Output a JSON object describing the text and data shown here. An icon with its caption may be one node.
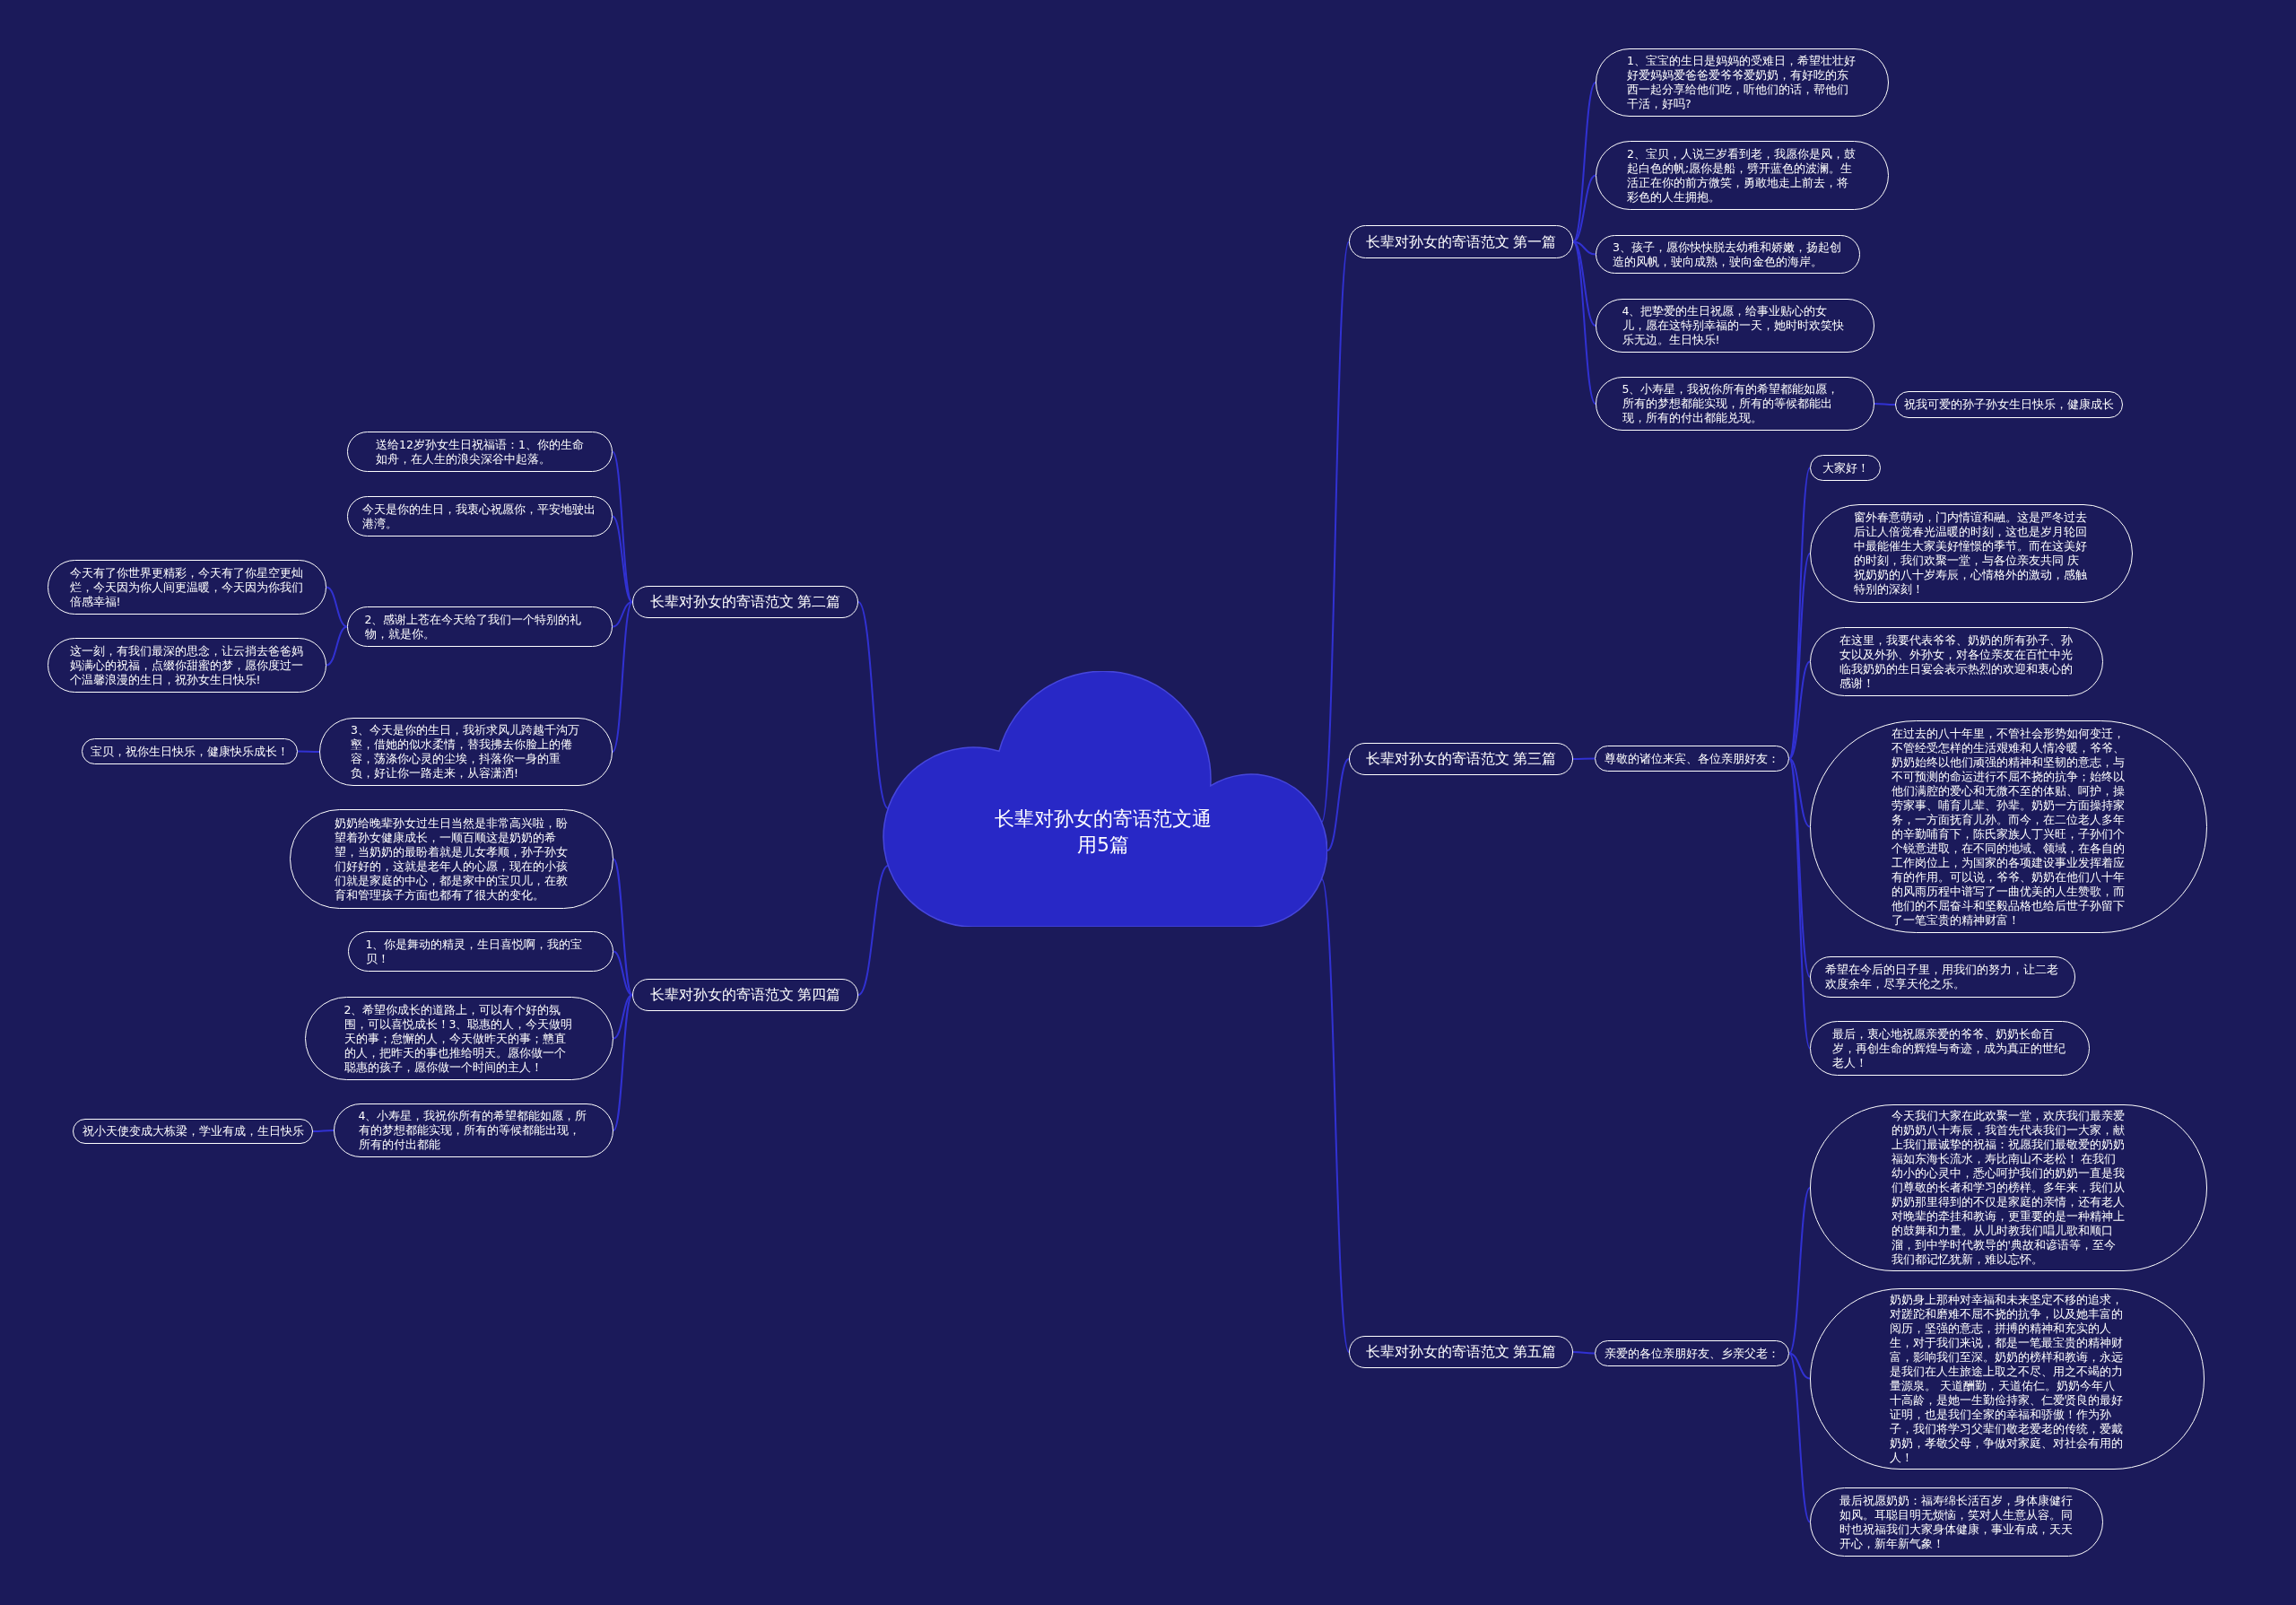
{
  "diagram": {
    "nodes": [
      {
        "text": [
          "长辈对孙女的寄语范文通用5篇"
        ]
      },
      {
        "text": [
          "长辈对孙女的寄语范文 第一篇"
        ]
      },
      {
        "text": [
          "1、宝宝的生日是妈妈的受难日，希望壮壮好好爱妈妈爱爸爸爱爷爷爱奶奶，有好吃的东西一起分享给他们吃，听他们的话，帮他们干活，好吗?"
        ]
      },
      {
        "text": [
          "2、宝贝，人说三岁看到老，我愿你是风，鼓起白色的帆;愿你是船，劈开蓝色的波澜。生活正在你的前方微笑，勇敢地走上前去，将彩色的人生拥抱。"
        ]
      },
      {
        "text": [
          "3、孩子，愿你快快脱去幼稚和娇嫩，扬起创造的风帆，驶向成熟，驶向金色的海岸。"
        ]
      },
      {
        "text": [
          "4、把挚爱的生日祝愿，给事业贴心的女儿，愿在这特别幸福的一天，她时时欢笑快乐无边。生日快乐!"
        ]
      },
      {
        "text": [
          "5、小寿星，我祝你所有的希望都能如愿，所有的梦想都能实现，所有的等候都能出现，所有的付出都能兑现。"
        ]
      },
      {
        "text": [
          "祝我可爱的孙子孙女生日快乐，健康成长"
        ]
      },
      {
        "text": [
          "长辈对孙女的寄语范文 第二篇"
        ]
      },
      {
        "text": [
          "送给12岁孙女生日祝福语：1、你的生命如舟，在人生的浪尖深谷中起落。"
        ]
      },
      {
        "text": [
          "今天是你的生日，我衷心祝愿你，平安地驶出港湾。"
        ]
      },
      {
        "text": [
          "2、感谢上苍在今天给了我们一个特别的礼物，就是你。"
        ]
      },
      {
        "text": [
          "今天有了你世界更精彩，今天有了你星空更灿烂，今天因为你人间更温暖，今天因为你我们倍感幸福!"
        ]
      },
      {
        "text": [
          "这一刻，有我们最深的思念，让云捎去爸爸妈妈满心的祝福，点缀你甜蜜的梦，愿你度过一个温馨浪漫的生日，祝孙女生日快乐!"
        ]
      },
      {
        "text": [
          "3、今天是你的生日，我祈求风儿跨越千沟万壑，借她的似水柔情，替我拂去你脸上的倦容，荡涤你心灵的尘埃，抖落你一身的重负，好让你一路走来，从容潇洒!"
        ]
      },
      {
        "text": [
          "宝贝，祝你生日快乐，健康快乐成长！"
        ]
      },
      {
        "text": [
          "长辈对孙女的寄语范文 第三篇"
        ]
      },
      {
        "text": [
          "尊敬的诸位来宾、各位亲朋好友："
        ]
      },
      {
        "text": [
          "大家好！"
        ]
      },
      {
        "text": [
          "窗外春意萌动，门内情谊和融。这是严冬过去后让人倍觉春光温暖的时刻，这也是岁月轮回中最能催生大家美好憧憬的季节。而在这美好的时刻，我们欢聚一堂，与各位亲友共同 庆祝奶奶的八十岁寿辰，心情格外的激动，感触特别的深刻！"
        ]
      },
      {
        "text": [
          "在这里，我要代表爷爷、奶奶的所有孙子、孙女以及外孙、外孙女，对各位亲友在百忙中光临我奶奶的生日宴会表示热烈的欢迎和衷心的感谢！"
        ]
      },
      {
        "text": [
          "在过去的八十年里，不管社会形势如何变迁，不管经受怎样的生活艰难和人情冷暖，爷爷、奶奶始终以他们顽强的精神和坚韧的意志，与不可预测的命运进行不屈不挠的抗争；始终以他们满腔的爱心和无微不至的体贴、呵护，操劳家事、哺育儿辈、孙辈。奶奶一方面操持家务，一方面抚育儿孙。而今，在二位老人多年的辛勤哺育下，陈氏家族人丁兴旺，子孙们个个锐意进取，在不同的地域、领域，在各自的工作岗位上，为国家的各项建设事业发挥着应有的作用。可以说，爷爷、奶奶在他们八十年的风雨历程中谱写了一曲优美的人生赞歌，而他们的不屈奋斗和坚毅品格也给后世子孙留下了一笔宝贵的精神财富！"
        ]
      },
      {
        "text": [
          "希望在今后的日子里，用我们的努力，让二老欢度余年，尽享天伦之乐。"
        ]
      },
      {
        "text": [
          "最后，衷心地祝愿亲爱的爷爷、奶奶长命百岁，再创生命的辉煌与奇迹，成为真正的世纪老人！"
        ]
      },
      {
        "text": [
          "长辈对孙女的寄语范文 第四篇"
        ]
      },
      {
        "text": [
          "奶奶给晚辈孙女过生日当然是非常高兴啦，盼望着孙女健康成长，一顺百顺这是奶奶的希望，当奶奶的最盼着就是儿女孝顺，孙子孙女们好好的，这就是老年人的心愿，现在的小孩们就是家庭的中心，都是家中的宝贝儿，在教育和管理孩子方面也都有了很大的变化。"
        ]
      },
      {
        "text": [
          "1、你是舞动的精灵，生日喜悦啊，我的宝贝！"
        ]
      },
      {
        "text": [
          "2、希望你成长的道路上，可以有个好的氛围，可以喜悦成长！3、聪惠的人，今天做明天的事；怠懈的人，今天做昨天的事；戆直的人，把昨天的事也推给明天。愿你做一个聪惠的孩子，愿你做一个时间的主人！"
        ]
      },
      {
        "text": [
          "4、小寿星，我祝你所有的希望都能如愿，所有的梦想都能实现，所有的等候都能出现，所有的付出都能"
        ]
      },
      {
        "text": [
          "祝小天使变成大栋梁，学业有成，生日快乐"
        ]
      },
      {
        "text": [
          "长辈对孙女的寄语范文 第五篇"
        ]
      },
      {
        "text": [
          "亲爱的各位亲朋好友、乡亲父老："
        ]
      },
      {
        "text": [
          "今天我们大家在此欢聚一堂，欢庆我们最亲爱的奶奶八十寿辰，我首先代表我们一大家，献上我们最诚挚的祝福：祝愿我们最敬爱的奶奶福如东海长流水，寿比南山不老松！ 在我们幼小的心灵中，悉心呵护我们的奶奶一直是我们尊敬的长者和学习的榜样。多年来，我们从奶奶那里得到的不仅是家庭的亲情，还有老人对晚辈的牵挂和教诲，更重要的是一种精神上的鼓舞和力量。从儿时教我们唱儿歌和顺口溜，到中学时代教导的'典故和谚语等，至今我们都记忆犹新，难以忘怀。"
        ]
      },
      {
        "text": [
          "奶奶身上那种对幸福和未来坚定不移的追求，对蹉跎和磨难不屈不挠的抗争，以及她丰富的阅历，坚强的意志，拼搏的精神和充实的人生，对于我们来说，都是一笔最宝贵的精神财富，影响我们至深。奶奶的榜样和教诲，永远是我们在人生旅途上取之不尽、用之不竭的力量源泉。 天道酬勤，天道佑仁。奶奶今年八十高龄，是她一生勤俭持家、仁爱贤良的最好证明，也是我们全家的幸福和骄傲！作为孙子，我们将学习父辈们敬老爱老的传统，爱戴奶奶，孝敬父母，争做对家庭、对社会有用的人！"
        ]
      },
      {
        "text": [
          "最后祝愿奶奶：福寿绵长活百岁，身体康健行如风。耳聪目明无烦恼，笑对人生意从容。同时也祝福我们大家身体健康，事业有成，天天开心，新年新气象！"
        ]
      }
    ],
    "edges": [
      {
        "from": 0,
        "to": 1,
        "arrow": "none"
      },
      {
        "from": 1,
        "to": 2,
        "arrow": "none"
      },
      {
        "from": 1,
        "to": 3,
        "arrow": "none"
      },
      {
        "from": 1,
        "to": 4,
        "arrow": "none"
      },
      {
        "from": 1,
        "to": 5,
        "arrow": "none"
      },
      {
        "from": 1,
        "to": 6,
        "arrow": "none"
      },
      {
        "from": 6,
        "to": 7,
        "arrow": "none"
      },
      {
        "from": 0,
        "to": 8,
        "arrow": "none"
      },
      {
        "from": 8,
        "to": 9,
        "arrow": "none"
      },
      {
        "from": 8,
        "to": 10,
        "arrow": "none"
      },
      {
        "from": 8,
        "to": 11,
        "arrow": "none"
      },
      {
        "from": 11,
        "to": 12,
        "arrow": "none"
      },
      {
        "from": 11,
        "to": 13,
        "arrow": "none"
      },
      {
        "from": 8,
        "to": 14,
        "arrow": "none"
      },
      {
        "from": 14,
        "to": 15,
        "arrow": "none"
      },
      {
        "from": 0,
        "to": 16,
        "arrow": "none"
      },
      {
        "from": 16,
        "to": 17,
        "arrow": "none"
      },
      {
        "from": 17,
        "to": 18,
        "arrow": "none"
      },
      {
        "from": 17,
        "to": 19,
        "arrow": "none"
      },
      {
        "from": 17,
        "to": 20,
        "arrow": "none"
      },
      {
        "from": 17,
        "to": 21,
        "arrow": "none"
      },
      {
        "from": 17,
        "to": 22,
        "arrow": "none"
      },
      {
        "from": 17,
        "to": 23,
        "arrow": "none"
      },
      {
        "from": 0,
        "to": 24,
        "arrow": "none"
      },
      {
        "from": 24,
        "to": 25,
        "arrow": "none"
      },
      {
        "from": 24,
        "to": 26,
        "arrow": "none"
      },
      {
        "from": 24,
        "to": 27,
        "arrow": "none"
      },
      {
        "from": 24,
        "to": 28,
        "arrow": "none"
      },
      {
        "from": 28,
        "to": 29,
        "arrow": "none"
      },
      {
        "from": 0,
        "to": 30,
        "arrow": "none"
      },
      {
        "from": 30,
        "to": 31,
        "arrow": "none"
      },
      {
        "from": 31,
        "to": 32,
        "arrow": "none"
      },
      {
        "from": 31,
        "to": 33,
        "arrow": "none"
      },
      {
        "from": 31,
        "to": 34,
        "arrow": "none"
      }
    ]
  }
}
